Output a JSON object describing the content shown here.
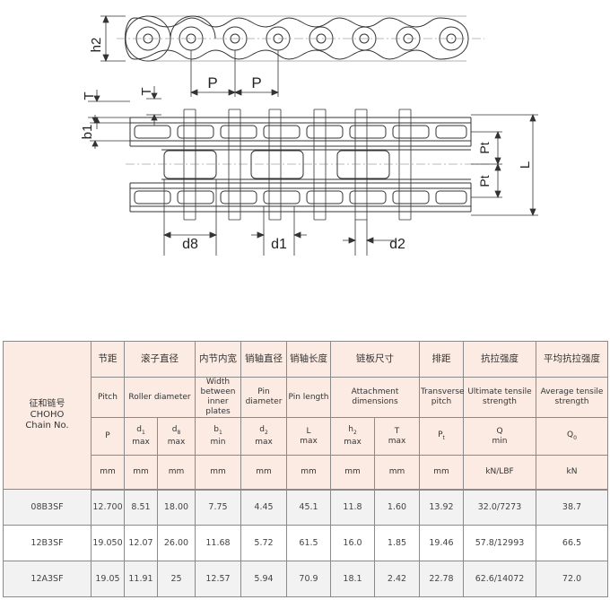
{
  "drawing": {
    "dim_h2": "h2",
    "dim_p1": "P",
    "dim_p2": "P",
    "dim_t1": "T",
    "dim_t2": "T",
    "dim_b1": "b1",
    "dim_pt1": "Pt",
    "dim_pt2": "Pt",
    "dim_l": "L",
    "dim_d8": "d8",
    "dim_d1": "d1",
    "dim_d2": "d2"
  },
  "table": {
    "chain_no_cn": "征和链号",
    "chain_no_brand": "CHOHO",
    "chain_no_en": "Chain No.",
    "columns": [
      {
        "cn": "节距",
        "en": "Pitch",
        "sym": "P",
        "unit": "mm"
      },
      {
        "cn": "滚子直径",
        "en": "Roller diameter"
      },
      {
        "cn": "内节内宽",
        "en": "Width between inner plates"
      },
      {
        "cn": "销轴直径",
        "en": "Pin diameter"
      },
      {
        "cn": "销轴长度",
        "en": "Pin length"
      },
      {
        "cn": "链板尺寸",
        "en": "Attachment dimensions"
      },
      {
        "cn": "排距",
        "en": "Transverse pitch"
      },
      {
        "cn": "抗拉强度",
        "en": "Ultimate tensile strength"
      },
      {
        "cn": "平均抗拉强度",
        "en": "Average tensile strength"
      }
    ],
    "symbols": [
      {
        "sym": "P",
        "sub": "",
        "note": ""
      },
      {
        "sym": "d",
        "sub": "1",
        "note": "max"
      },
      {
        "sym": "d",
        "sub": "8",
        "note": "max"
      },
      {
        "sym": "b",
        "sub": "1",
        "note": "min"
      },
      {
        "sym": "d",
        "sub": "2",
        "note": "max"
      },
      {
        "sym": "L",
        "sub": "",
        "note": "max"
      },
      {
        "sym": "h",
        "sub": "2",
        "note": "max"
      },
      {
        "sym": "T",
        "sub": "",
        "note": "max"
      },
      {
        "sym": "P",
        "sub": "t",
        "note": ""
      },
      {
        "sym": "Q",
        "sub": "",
        "note": "min"
      },
      {
        "sym": "Q",
        "sub": "0",
        "note": ""
      }
    ],
    "units": [
      "mm",
      "mm",
      "mm",
      "mm",
      "mm",
      "mm",
      "mm",
      "mm",
      "mm",
      "kN/LBF",
      "kN"
    ],
    "rows": [
      [
        "08B3SF",
        "12.700",
        "8.51",
        "18.00",
        "7.75",
        "4.45",
        "45.1",
        "11.8",
        "1.60",
        "13.92",
        "32.0/7273",
        "38.7"
      ],
      [
        "12B3SF",
        "19.050",
        "12.07",
        "26.00",
        "11.68",
        "5.72",
        "61.5",
        "16.0",
        "1.85",
        "19.46",
        "57.8/12993",
        "66.5"
      ],
      [
        "12A3SF",
        "19.05",
        "11.91",
        "25",
        "12.57",
        "5.94",
        "70.9",
        "18.1",
        "2.42",
        "22.78",
        "62.6/14072",
        "72.0"
      ]
    ]
  }
}
